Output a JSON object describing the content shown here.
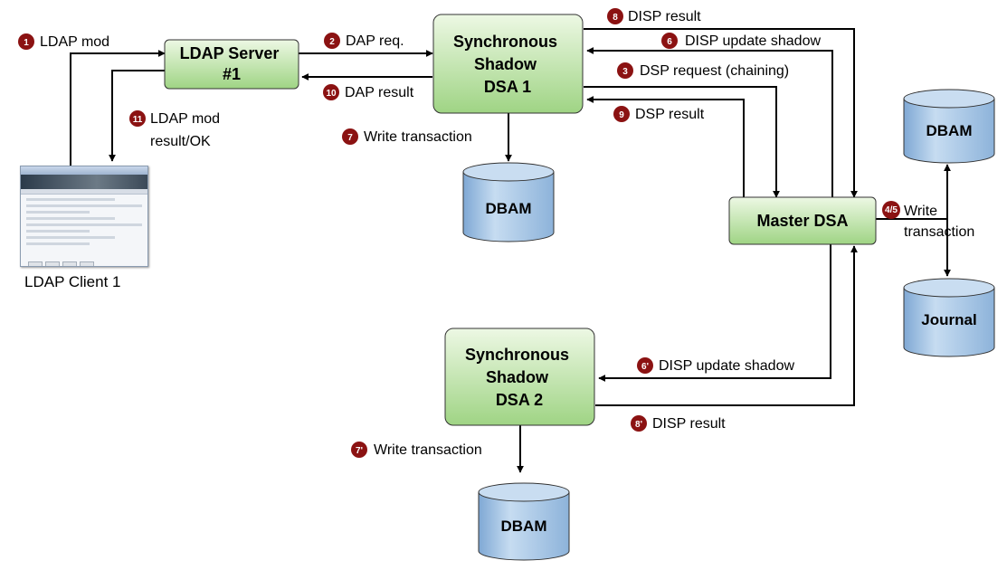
{
  "colors": {
    "box_fill_top": "#e8f6dd",
    "box_fill_bottom": "#9fd484",
    "db_fill": "#a9c7e6",
    "badge": "#8b1212"
  },
  "nodes": {
    "ldap_server": [
      "LDAP Server",
      "#1"
    ],
    "shadow_dsa1": [
      "Synchronous",
      "Shadow",
      "DSA 1"
    ],
    "master_dsa": [
      "Master DSA"
    ],
    "shadow_dsa2": [
      "Synchronous",
      "Shadow",
      "DSA 2"
    ],
    "db_top": "DBAM",
    "db_right": "DBAM",
    "journal": "Journal",
    "db_bottom": "DBAM",
    "client": "LDAP Client 1"
  },
  "steps": [
    {
      "badge": "1",
      "text": [
        "LDAP mod"
      ]
    },
    {
      "badge": "2",
      "text": [
        "DAP req."
      ]
    },
    {
      "badge": "10",
      "text": [
        "DAP result"
      ]
    },
    {
      "badge": "11",
      "text": [
        "LDAP mod",
        "result/OK"
      ]
    },
    {
      "badge": "7",
      "text": [
        "Write transaction"
      ]
    },
    {
      "badge": "8",
      "text": [
        "DISP result"
      ]
    },
    {
      "badge": "6",
      "text": [
        "DISP update shadow"
      ]
    },
    {
      "badge": "3",
      "text": [
        "DSP request (chaining)"
      ]
    },
    {
      "badge": "9",
      "text": [
        "DSP result"
      ]
    },
    {
      "badge": "4/5",
      "text": [
        "Write",
        "transaction"
      ]
    },
    {
      "badge": "6'",
      "text": [
        "DISP update shadow"
      ]
    },
    {
      "badge": "8'",
      "text": [
        "DISP result"
      ]
    },
    {
      "badge": "7'",
      "text": [
        "Write transaction"
      ]
    }
  ]
}
